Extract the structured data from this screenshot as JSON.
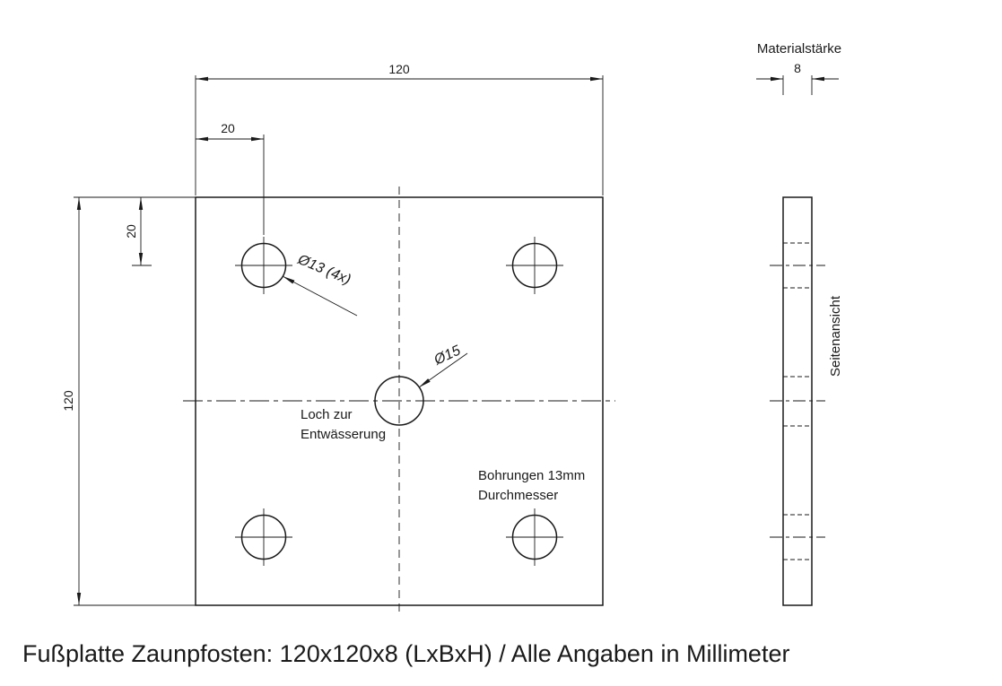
{
  "caption": "Fußplatte Zaunpfosten: 120x120x8 (LxBxH) / Alle Angaben in Millimeter",
  "front_view": {
    "dim_width": "120",
    "dim_height": "120",
    "dim_hole_offset_x": "20",
    "dim_hole_offset_y": "20",
    "corner_hole_label": "Ø13 (4x)",
    "center_hole_label": "Ø15",
    "drain_note": [
      "Loch zur",
      "Entwässerung"
    ],
    "bore_note": [
      "Bohrungen 13mm",
      "Durchmesser"
    ]
  },
  "side_view": {
    "title": "Materialstärke",
    "dim_thickness": "8",
    "label": "Seitenansicht"
  },
  "colors": {
    "line": "#1a1a1a",
    "background": "#ffffff"
  }
}
